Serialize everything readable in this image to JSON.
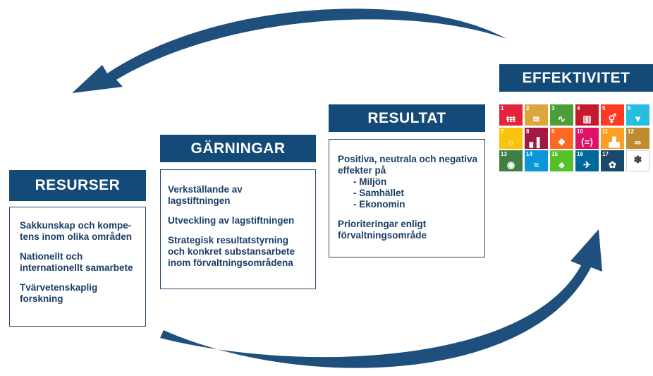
{
  "headers": {
    "resurser": "RESURSER",
    "garningar": "GÄRNINGAR",
    "resultat": "RESULTAT",
    "effektivitet": "EFFEKTIVITET"
  },
  "resurser_box": {
    "p1": "Sakkunskap och kompe-\ntens inom olika områden",
    "p2": "Nationellt och\ninternationellt samarbete",
    "p3": "Tvärvetenskaplig\nforskning"
  },
  "garningar_box": {
    "p1": "Verkställande av\nlagstiftningen",
    "p2": "Utveckling av lagstiftningen",
    "p3": "Strategisk resultatstyrning\noch konkret substansarbete\ninom förvaltningsområdena"
  },
  "resultat_box": {
    "intro": "Positiva, neutrala och negativa\neffekter på",
    "items": [
      "- Miljön",
      "- Samhället",
      "- Ekonomin"
    ],
    "p2": "Prioriteringar enligt\nförvaltningsområde"
  },
  "colors": {
    "header_bg": "#144a78",
    "arrow": "#1f4f7d",
    "text": "#1a3d66",
    "border": "#2a4a6c"
  },
  "sdg_tiles": [
    {
      "num": "1",
      "color": "#e5243b",
      "icon": "people-icon",
      "glyph": "ŧŧŧ"
    },
    {
      "num": "2",
      "color": "#dda63a",
      "icon": "bowl-icon",
      "glyph": "≋"
    },
    {
      "num": "3",
      "color": "#4c9f38",
      "icon": "heartbeat-icon",
      "glyph": "∿"
    },
    {
      "num": "4",
      "color": "#c5192d",
      "icon": "book-icon",
      "glyph": "▥"
    },
    {
      "num": "5",
      "color": "#ff3a21",
      "icon": "gender-icon",
      "glyph": "⚥"
    },
    {
      "num": "6",
      "color": "#26bde2",
      "icon": "water-icon",
      "glyph": "▼"
    },
    {
      "num": "7",
      "color": "#fcc30b",
      "icon": "sun-icon",
      "glyph": "☼"
    },
    {
      "num": "8",
      "color": "#a21942",
      "icon": "growth-chart-icon",
      "glyph": "▖▌"
    },
    {
      "num": "9",
      "color": "#fd6925",
      "icon": "infrastructure-icon",
      "glyph": "❖"
    },
    {
      "num": "10",
      "color": "#dd1367",
      "icon": "equality-icon",
      "glyph": "⟨=⟩"
    },
    {
      "num": "11",
      "color": "#fd9d24",
      "icon": "city-icon",
      "glyph": "▗▙"
    },
    {
      "num": "12",
      "color": "#bf8b2e",
      "icon": "infinity-icon",
      "glyph": "∞"
    },
    {
      "num": "13",
      "color": "#3f7e44",
      "icon": "eye-globe-icon",
      "glyph": "◉"
    },
    {
      "num": "14",
      "color": "#0a97d9",
      "icon": "fish-icon",
      "glyph": "≈"
    },
    {
      "num": "15",
      "color": "#56c02b",
      "icon": "tree-icon",
      "glyph": "♣"
    },
    {
      "num": "16",
      "color": "#00689d",
      "icon": "dove-icon",
      "glyph": "✈"
    },
    {
      "num": "17",
      "color": "#19486a",
      "icon": "partnership-flower-icon",
      "glyph": "✿"
    },
    {
      "num": "",
      "color": "#ffffff",
      "icon": "sdg-wheel-logo-icon",
      "glyph": "✽"
    }
  ]
}
